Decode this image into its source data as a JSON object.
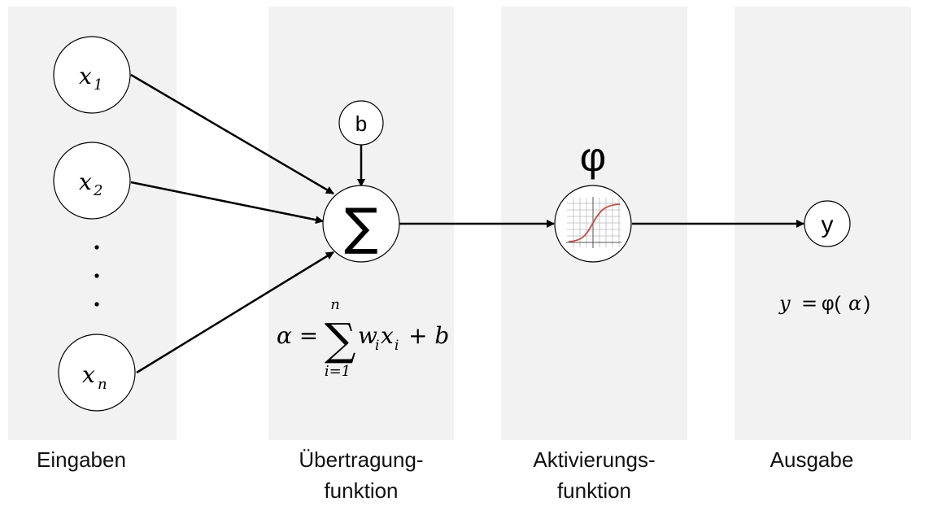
{
  "columns": [
    {
      "label": "Eingaben"
    },
    {
      "label_line1": "Übertragung-",
      "label_line2": "funktion"
    },
    {
      "label_line1": "Aktivierungs-",
      "label_line2": "funktion"
    },
    {
      "label": "Ausgabe"
    }
  ],
  "inputs": {
    "x1": {
      "base": "x",
      "sub": "1"
    },
    "x2": {
      "base": "x",
      "sub": "2"
    },
    "xn": {
      "base": "x",
      "sub": "n"
    },
    "ellipsis": ". . ."
  },
  "bias": "b",
  "sum_symbol": "∑",
  "activation_symbol": "φ",
  "output": "y",
  "formula_sum": {
    "lhs": "α =",
    "upper": "n",
    "lower": "i=1",
    "term_w": "w",
    "term_w_sub": "i",
    "term_x": "x",
    "term_x_sub": "i",
    "tail": "+ b"
  },
  "formula_output": {
    "y": "y",
    "eq": "=",
    "phi": "φ(",
    "alpha": "α",
    "close": ")"
  },
  "colors": {
    "panel": "#f2f2f2",
    "stroke": "#000000",
    "sigmoid_curve": "#c0504d",
    "grid": "#c8c8c8"
  }
}
